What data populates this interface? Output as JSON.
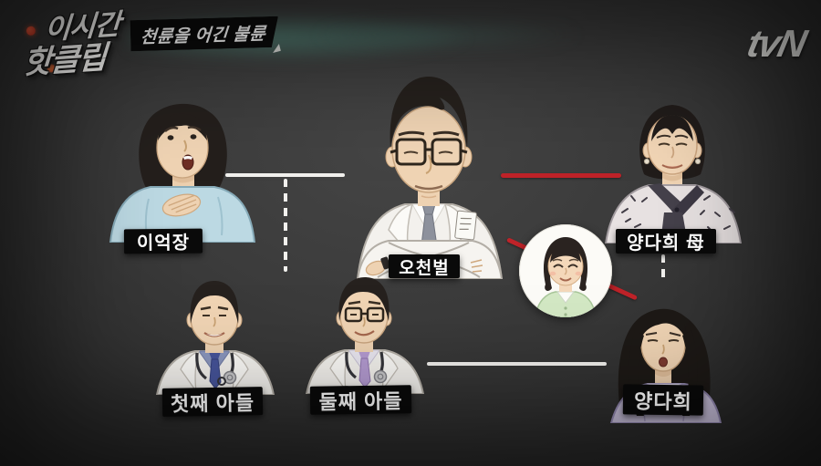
{
  "program": {
    "logo_line1": "이시간",
    "logo_line2": "핫클립",
    "badge_text": "천륜을 어긴 불륜",
    "channel": "tvN"
  },
  "people": [
    {
      "label": "이억장"
    },
    {
      "label": "오천벌"
    },
    {
      "label": "양다희 母"
    },
    {
      "label": "첫째 아들"
    },
    {
      "label": "둘째 아들"
    },
    {
      "label": "양다희"
    }
  ],
  "connections": [
    {
      "between": [
        "이억장",
        "오천벌"
      ],
      "style": "solid",
      "color": "#f2f1ee"
    },
    {
      "between": [
        "이억장·오천벌",
        "첫째 아들·둘째 아들"
      ],
      "style": "dashed",
      "color": "#f2f1ee"
    },
    {
      "between": [
        "오천벌",
        "양다희 母"
      ],
      "style": "solid",
      "color": "#bf2329"
    },
    {
      "between": [
        "오천벌",
        "양다희"
      ],
      "style": "solid",
      "color": "#bf2329"
    },
    {
      "between": [
        "양다희 母",
        "양다희"
      ],
      "style": "dashed",
      "color": "#f2f1ee"
    },
    {
      "between": [
        "둘째 아들",
        "양다희"
      ],
      "style": "solid",
      "color": "#f2f1ee"
    }
  ],
  "colors": {
    "background": "#3b3b3b",
    "accent_red": "#bf2329",
    "label_bg": "#0a0a0a",
    "label_text": "#ffffff",
    "glow_teal": "#508c7d"
  }
}
